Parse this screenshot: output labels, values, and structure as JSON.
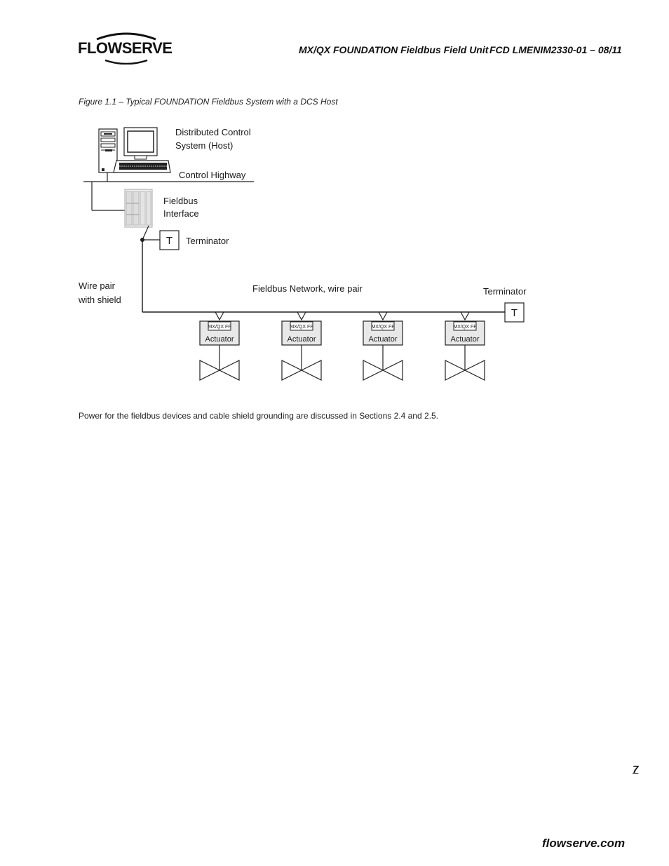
{
  "header": {
    "logo": "FLOWSERVE",
    "doc_title": "MX/QX FOUNDATION Fieldbus Field Unit",
    "doc_code": "FCD LMENIM2330-01 – 08/11"
  },
  "figure": {
    "caption": "Figure 1.1 – Typical FOUNDATION Fieldbus System with a DCS Host",
    "labels": {
      "dcs_line1": "Distributed Control",
      "dcs_line2": "System (Host)",
      "control_highway": "Control Highway",
      "fieldbus_line1": "Fieldbus",
      "fieldbus_line2": "Interface",
      "terminator_top": "Terminator",
      "terminator_symbol": "T",
      "wire_line1": "Wire pair",
      "wire_line2": "with shield",
      "network": "Fieldbus Network, wire pair",
      "terminator_right": "Terminator"
    },
    "actuators": [
      {
        "tag": "MX/QX FF",
        "label": "Actuator"
      },
      {
        "tag": "MX/QX FF",
        "label": "Actuator"
      },
      {
        "tag": "MX/QX FF",
        "label": "Actuator"
      },
      {
        "tag": "MX/QX FF",
        "label": "Actuator"
      }
    ]
  },
  "body": {
    "paragraph": "Power for the fieldbus devices and cable shield grounding are discussed in Sections 2.4 and 2.5."
  },
  "footer": {
    "page_number": "7",
    "url": "flowserve.com"
  }
}
